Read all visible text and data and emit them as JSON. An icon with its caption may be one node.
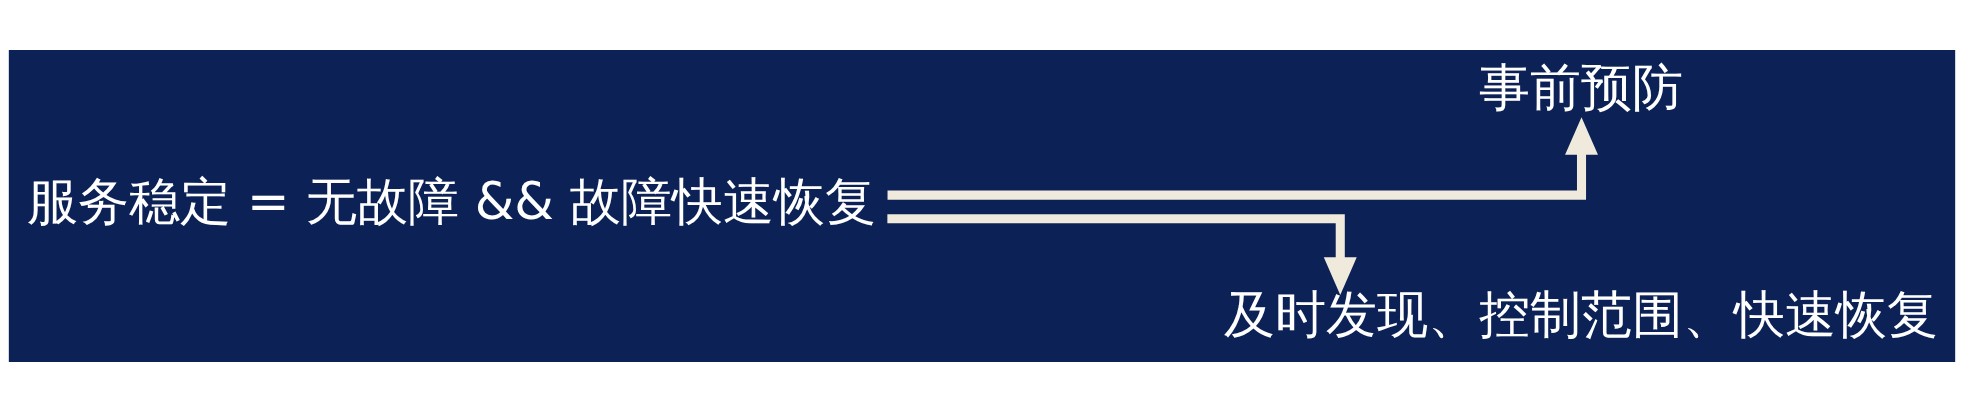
{
  "diagram": {
    "nodes": [
      {
        "text": [
          "服务稳定 = 无故障 && 故障快速恢复"
        ]
      },
      {
        "text": [
          "事前预防"
        ]
      },
      {
        "text": [
          "及时发现、控制范围、快速恢复"
        ]
      }
    ],
    "edges": [
      {
        "from": 0,
        "to": 1,
        "arrow": "to"
      },
      {
        "from": 0,
        "to": 2,
        "arrow": "to"
      }
    ]
  }
}
